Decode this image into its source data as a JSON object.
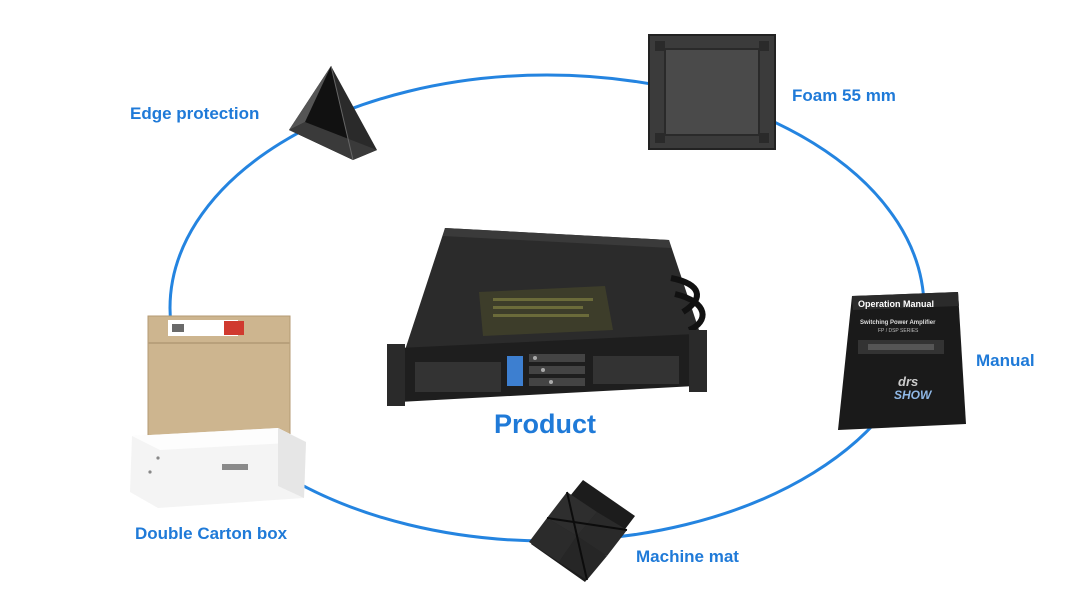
{
  "labels": {
    "edge_protection": "Edge protection",
    "foam": "Foam 55 mm",
    "manual": "Manual",
    "product": "Product",
    "double_carton": "Double Carton box",
    "machine_mat": "Machine mat"
  },
  "manual_cover": {
    "title": "Operation Manual",
    "subtitle": "Switching Power Amplifier",
    "series": "FP / DSP SERIES",
    "brand_top": "drs",
    "brand_bottom": "SHOW"
  },
  "colors": {
    "accent": "#1f7ad8",
    "ring": "#2484e0"
  },
  "icons": {
    "edge_protection": "edge-protector-icon",
    "foam": "foam-insert-icon",
    "manual": "manual-booklet-icon",
    "product": "amplifier-icon",
    "double_carton": "carton-box-icon",
    "machine_mat": "rubber-mat-icon"
  }
}
